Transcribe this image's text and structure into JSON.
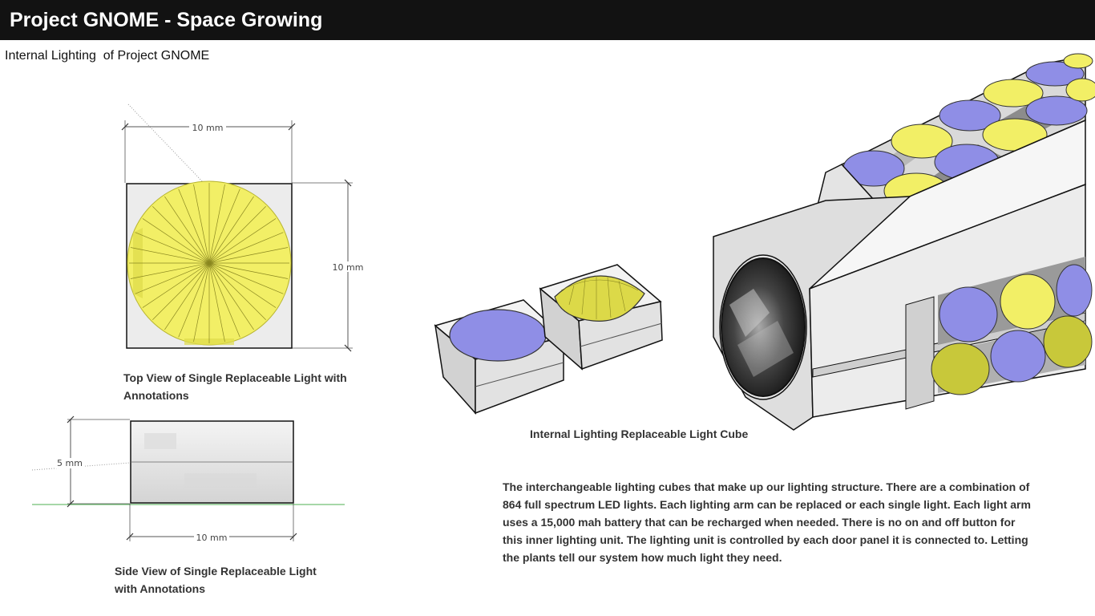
{
  "header": {
    "title": "Project GNOME - Space Growing"
  },
  "subtitle": "Internal Lighting  of Project GNOME",
  "top_view": {
    "width_label": "10 mm",
    "height_label": "10 mm",
    "caption_line1": "Top View of Single Replaceable Light with",
    "caption_line2": "Annotations"
  },
  "side_view": {
    "height_label": "5 mm",
    "width_label": "10 mm",
    "caption_line1": "Side View of Single Replaceable Light",
    "caption_line2": "with Annotations"
  },
  "cube": {
    "caption": "Internal Lighting Replaceable Light Cube"
  },
  "description": "The interchangeable lighting cubes that make up our lighting structure. There are  a combination of  864 full spectrum LED lights. Each lighting arm can be replaced or each single light.  Each light arm uses a 15,000 mah battery that can be recharged when needed. There is no on and off button for this inner lighting unit. The lighting unit is controlled by each door panel it is connected to.  Letting the plants tell our system how much light they need.",
  "colors": {
    "header_bg": "#121212",
    "led_yellow": "#f2ef66",
    "led_blue": "#8f8ee6",
    "housing_gray": "#e6e6e6",
    "ground_line": "#4caf50"
  }
}
